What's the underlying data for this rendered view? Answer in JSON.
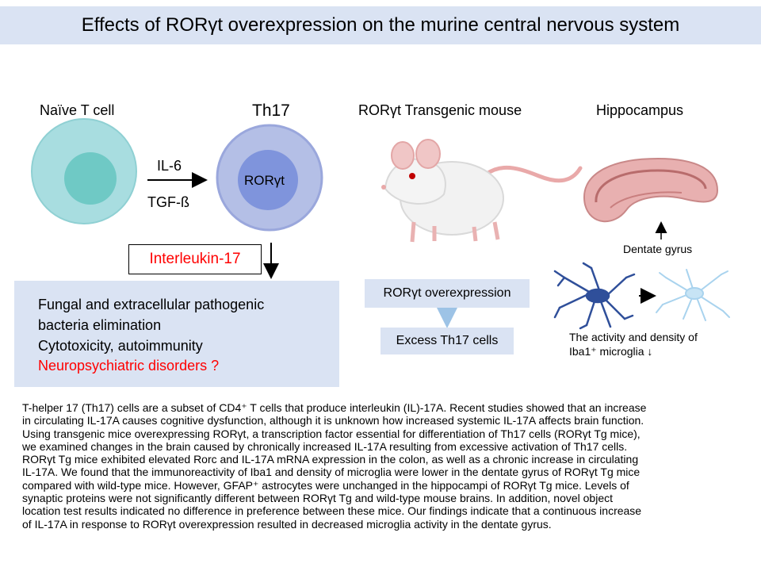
{
  "title": "Effects of RORγt overexpression on the murine central nervous system",
  "labels": {
    "naive_t_cell": "Naïve T cell",
    "th17": "Th17",
    "il6": "IL-6",
    "tgfb": "TGF-ß",
    "rorgt": "RORγt",
    "transgenic_mouse": "RORγt Transgenic mouse",
    "hippocampus": "Hippocampus",
    "dentate_gyrus": "Dentate gyrus",
    "interleukin17": "Interleukin-17",
    "rorgt_overexpression": "RORγt overexpression",
    "excess_th17": "Excess Th17 cells",
    "microglia_line1": "The activity and density of",
    "microglia_line2": "Iba1⁺ microglia ↓"
  },
  "effects": [
    "Fungal and extracellular pathogenic",
    "bacteria elimination",
    "Cytotoxicity, autoimmunity",
    "Neuropsychiatric disorders ?"
  ],
  "abstract_lines": [
    "T-helper 17 (Th17) cells are a subset of CD4⁺ T cells that produce interleukin (IL)-17A. Recent studies showed that an increase",
    "in circulating IL-17A causes cognitive dysfunction,  although it is unknown  how increased systemic IL-17A affects brain function.",
    "Using transgenic mice overexpressing RORγt, a transcription factor essential for differentiation of Th17 cells (RORγt Tg mice),",
    "we examined changes in the brain caused by chronically increased IL-17A resulting from excessive activation of Th17 cells.",
    "RORγt Tg mice exhibited elevated Rorc and IL-17A mRNA expression in the colon, as well as a chronic increase in circulating",
    "IL-17A. We found that the immunoreactivity  of Iba1 and density of microglia were lower in the dentate gyrus of RORγt Tg mice",
    "compared with wild-type mice. However, GFAP⁺ astrocytes were unchanged in the hippocampi of RORγt Tg mice. Levels of",
    "synaptic proteins were not significantly different between RORγt Tg and wild-type mouse brains. In addition, novel object",
    "location test results indicated no difference in preference between these mice. Our findings indicate that a continuous  increase",
    "of IL-17A in response to RORγt  overexpression resulted in decreased microglia activity in the dentate gyrus."
  ],
  "colors": {
    "title_bg": "#dae3f3",
    "naive_outer": "#a8dde0",
    "naive_inner": "#6fc9c5",
    "th17_outer": "#b4bfe6",
    "th17_inner": "#7f94dc",
    "highlight_red": "#ff0000",
    "box_bg": "#dae3f3"
  }
}
